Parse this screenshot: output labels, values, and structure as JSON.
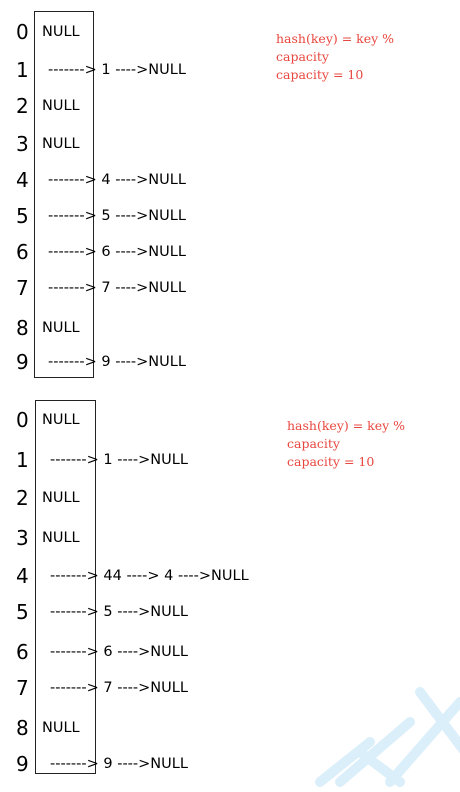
{
  "diagrams": [
    {
      "indices": [
        "0",
        "1",
        "2",
        "3",
        "4",
        "5",
        "6",
        "7",
        "8",
        "9"
      ],
      "cells": [
        "NULL",
        "",
        "NULL",
        "NULL",
        "",
        "",
        "",
        "",
        "NULL",
        ""
      ],
      "chains": [
        {
          "row": 1,
          "text": "-------> 1 ---->NULL"
        },
        {
          "row": 4,
          "text": "-------> 4 ---->NULL"
        },
        {
          "row": 5,
          "text": "-------> 5 ---->NULL"
        },
        {
          "row": 6,
          "text": "-------> 6 ---->NULL"
        },
        {
          "row": 7,
          "text": "-------> 7 ---->NULL"
        },
        {
          "row": 9,
          "text": "-------> 9 ---->NULL"
        }
      ],
      "note": [
        "hash(key) = key %",
        "capacity",
        "capacity = 10"
      ]
    },
    {
      "indices": [
        "0",
        "1",
        "2",
        "3",
        "4",
        "5",
        "6",
        "7",
        "8",
        "9"
      ],
      "cells": [
        "NULL",
        "",
        "NULL",
        "NULL",
        "",
        "",
        "",
        "",
        "NULL",
        ""
      ],
      "chains": [
        {
          "row": 1,
          "text": "-------> 1 ---->NULL"
        },
        {
          "row": 4,
          "text": "-------> 44 ----> 4 ---->NULL"
        },
        {
          "row": 5,
          "text": "-------> 5 ---->NULL"
        },
        {
          "row": 6,
          "text": "-------> 6 ---->NULL"
        },
        {
          "row": 7,
          "text": "-------> 7 ---->NULL"
        },
        {
          "row": 9,
          "text": "-------> 9 ---->NULL"
        }
      ],
      "note": [
        "hash(key) = key %",
        "capacity",
        "capacity = 10"
      ]
    }
  ]
}
